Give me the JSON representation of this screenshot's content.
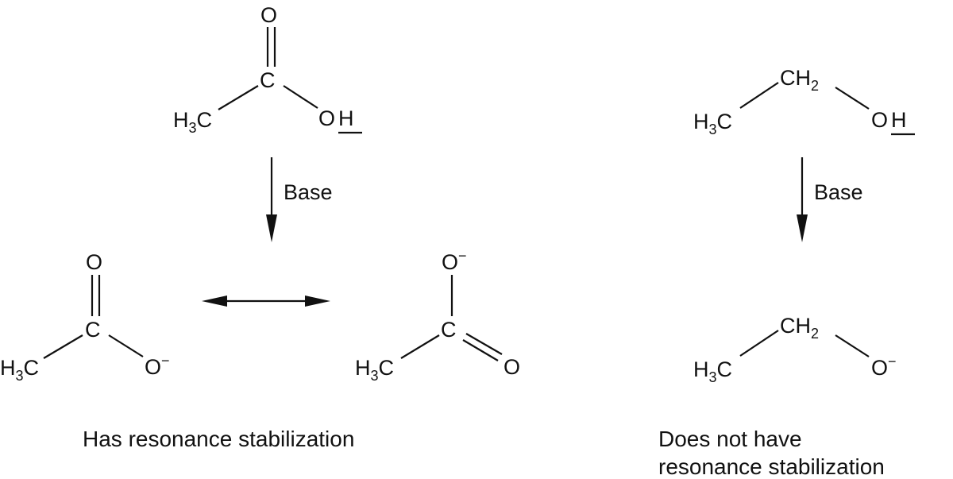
{
  "molecules": {
    "acetic_acid": {
      "carbonyl_o": "O",
      "carbon": "C",
      "methyl": "H",
      "methyl_sub": "3",
      "methyl_c": "C",
      "hydroxyl_o": "O",
      "acidic_h": "H"
    },
    "acetate_1": {
      "carbonyl_o": "O",
      "carbon": "C",
      "methyl": "H",
      "methyl_sub": "3",
      "methyl_c": "C",
      "anion_o": "O",
      "charge": "−"
    },
    "acetate_2": {
      "anion_o": "O",
      "charge": "−",
      "carbon": "C",
      "methyl": "H",
      "methyl_sub": "3",
      "methyl_c": "C",
      "carbonyl_o": "O"
    },
    "ethanol": {
      "ch2_c": "CH",
      "ch2_sub": "2",
      "methyl": "H",
      "methyl_sub": "3",
      "methyl_c": "C",
      "hydroxyl_o": "O",
      "acidic_h": "H"
    },
    "ethoxide": {
      "ch2_c": "CH",
      "ch2_sub": "2",
      "methyl": "H",
      "methyl_sub": "3",
      "methyl_c": "C",
      "anion_o": "O",
      "charge": "−"
    }
  },
  "reactions": {
    "left_reagent": "Base",
    "right_reagent": "Base"
  },
  "captions": {
    "left": "Has resonance stabilization",
    "right_line1": "Does not have",
    "right_line2": "resonance stabilization"
  }
}
